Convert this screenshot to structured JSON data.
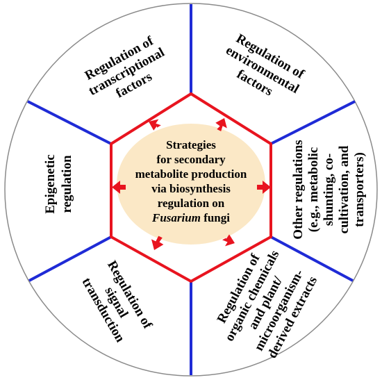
{
  "colors": {
    "outer_circle": "#8a8a8a",
    "divider": "#1f2bd6",
    "hexagon": "#e8141f",
    "arrow": "#e8141f",
    "center_fill": "#fbe8c6",
    "text": "#000000"
  },
  "center": {
    "lines": [
      "Strategies",
      "for secondary",
      "metabolite production",
      "via biosynthesis",
      "regulation on"
    ],
    "last_line_italic": "Fusarium",
    "last_line_rest": " fungi"
  },
  "segments": {
    "top_left": {
      "lines": [
        "Regulation of",
        "transcriptional",
        "factors"
      ]
    },
    "top_right": {
      "lines": [
        "Regulation of",
        "environmental",
        "factors"
      ]
    },
    "right": {
      "lines": [
        "Other regulations",
        "(e.g., metabolic",
        "shunting, co-",
        "cultivation, and",
        "transporters)"
      ]
    },
    "bottom_right": {
      "lines": [
        "Regulation of",
        "organic chemicals",
        "and plant/",
        "microorganism-",
        "derived extracts"
      ]
    },
    "bottom_left": {
      "lines": [
        "Regulation of",
        "signal",
        "transduction"
      ]
    },
    "left": {
      "lines": [
        "Epigenetic",
        "regulation"
      ]
    }
  }
}
